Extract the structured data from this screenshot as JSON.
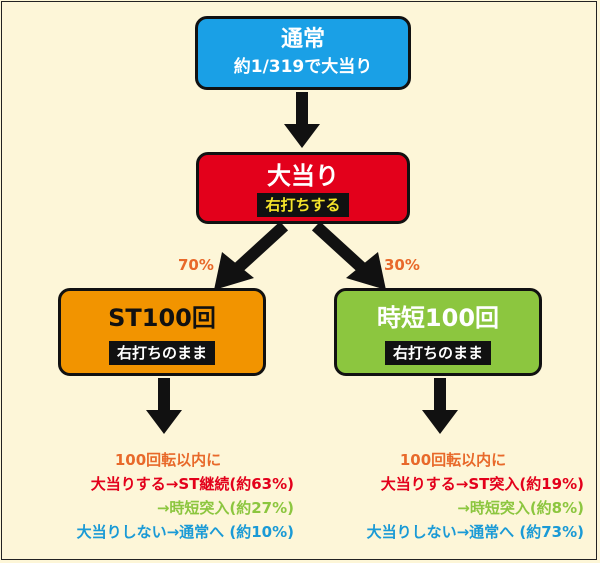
{
  "colors": {
    "background": "#fdf6d8",
    "normal": "#1aa0e6",
    "jackpot": "#e3001b",
    "st": "#f29400",
    "jitan": "#8cc63f",
    "percent": "#e8692a"
  },
  "normal": {
    "title": "通常",
    "subtitle": "約1/319で大当り"
  },
  "jackpot": {
    "title": "大当り",
    "badge": "右打ちする"
  },
  "branches": {
    "left_pct": "70%",
    "right_pct": "30%"
  },
  "st": {
    "title": "ST100回",
    "badge": "右打ちのまま"
  },
  "jitan": {
    "title": "時短100回",
    "badge": "右打ちのまま"
  },
  "st_results": {
    "header": "100回転以内に",
    "hit": "大当りする→ST継続(約63%)",
    "jitan": "→時短突入(約27%)",
    "miss": "大当りしない→通常へ (約10%)"
  },
  "jitan_results": {
    "header": "100回転以内に",
    "hit": "大当りする→ST突入(約19%)",
    "jitan": "→時短突入(約8%)",
    "miss": "大当りしない→通常へ (約73%)"
  }
}
